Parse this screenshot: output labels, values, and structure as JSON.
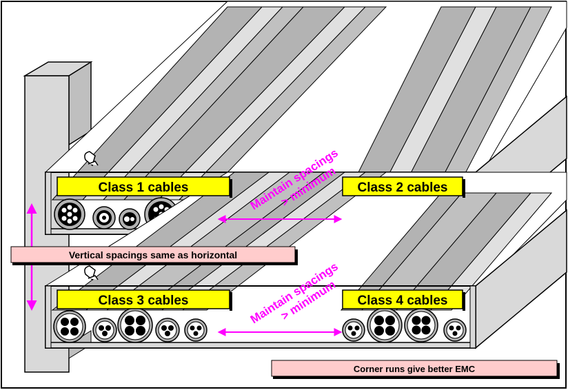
{
  "trays": {
    "upper": {
      "left_label": "Class 1 cables",
      "right_label": "Class 2 cables",
      "spacing_text_line1": "Maintain spacings",
      "spacing_text_line2": "> minimum"
    },
    "lower": {
      "left_label": "Class 3 cables",
      "right_label": "Class 4 cables",
      "spacing_text_line1": "Maintain spacings",
      "spacing_text_line2": "> minimum"
    }
  },
  "notes": {
    "vertical": "Vertical spacings same as horizontal",
    "corner": "Corner runs give better EMC"
  },
  "colors": {
    "label_fill": "#ffff00",
    "note_fill": "#ffcccc",
    "accent": "#ff00ff",
    "cable_grey": "#b3b3b3",
    "cable_light": "#e0e0e0"
  }
}
